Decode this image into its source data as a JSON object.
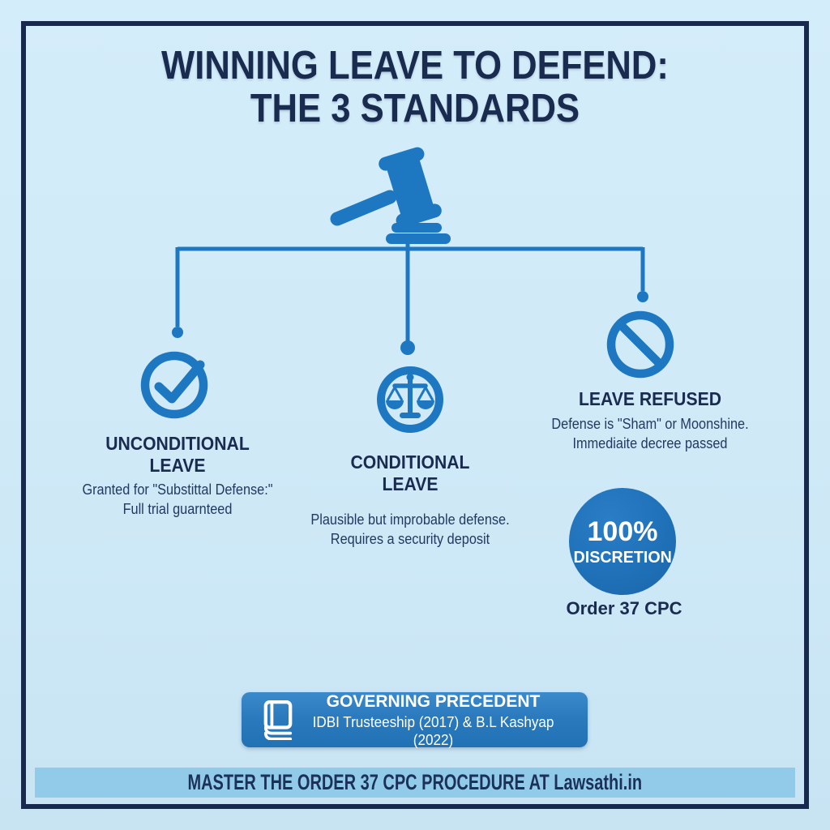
{
  "colors": {
    "background": "#cfe9f7",
    "frame_navy": "#18294e",
    "heading_navy": "#1a2b50",
    "body_navy": "#223a60",
    "accent_blue": "#1d78c1",
    "badge_blue": "#1f71b8",
    "banner_blue": "#2a7abd",
    "footer_bar_blue": "#92cbe9",
    "icon_white": "#ffffff"
  },
  "title": {
    "line1": "WINNING LEAVE TO DEFEND:",
    "line2": "THE 3 STANDARDS"
  },
  "tree": {
    "root_icon": "gavel-icon"
  },
  "columns": [
    {
      "icon": "check-circle-icon",
      "heading_line1": "UNCONDITIONAL",
      "heading_line2": "LEAVE",
      "desc_line1": "Granted for \"Substittal Defense:\"",
      "desc_line2": "Full trial guarnteed"
    },
    {
      "icon": "scales-icon",
      "heading_line1": "CONDITIONAL",
      "heading_line2": "LEAVE",
      "desc_line1": "Plausible but improbable defense.",
      "desc_line2": "Requires a security deposit"
    },
    {
      "icon": "no-entry-icon",
      "heading": "LEAVE REFUSED",
      "desc_line1": "Defense is \"Sham\" or Moonshine.",
      "desc_line2": "Immediaite decree passed"
    }
  ],
  "badge": {
    "value": "100%",
    "label": "DISCRETION",
    "caption": "Order 37 CPC"
  },
  "precedent": {
    "icon": "book-icon",
    "title": "GOVERNING PRECEDENT",
    "cases": "IDBI Trusteeship (2017) & B.L Kashyap (2022)"
  },
  "footer": {
    "text": "MASTER THE ORDER 37 CPC PROCEDURE AT Lawsathi.in"
  }
}
